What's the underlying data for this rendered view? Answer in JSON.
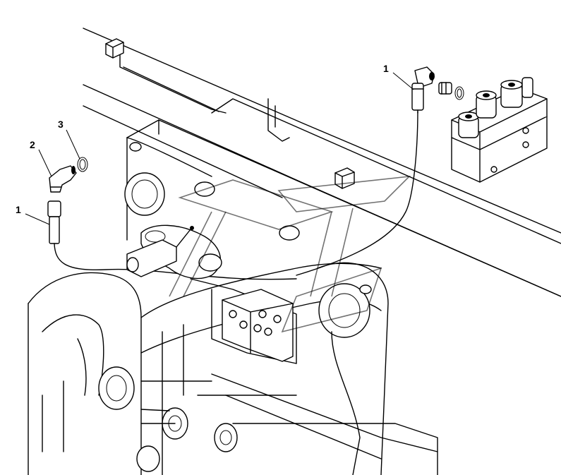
{
  "callouts": [
    {
      "id": "hose-left",
      "label": "1"
    },
    {
      "id": "elbow-fitting",
      "label": "2"
    },
    {
      "id": "o-ring",
      "label": "3"
    },
    {
      "id": "hose-right",
      "label": "1"
    }
  ]
}
